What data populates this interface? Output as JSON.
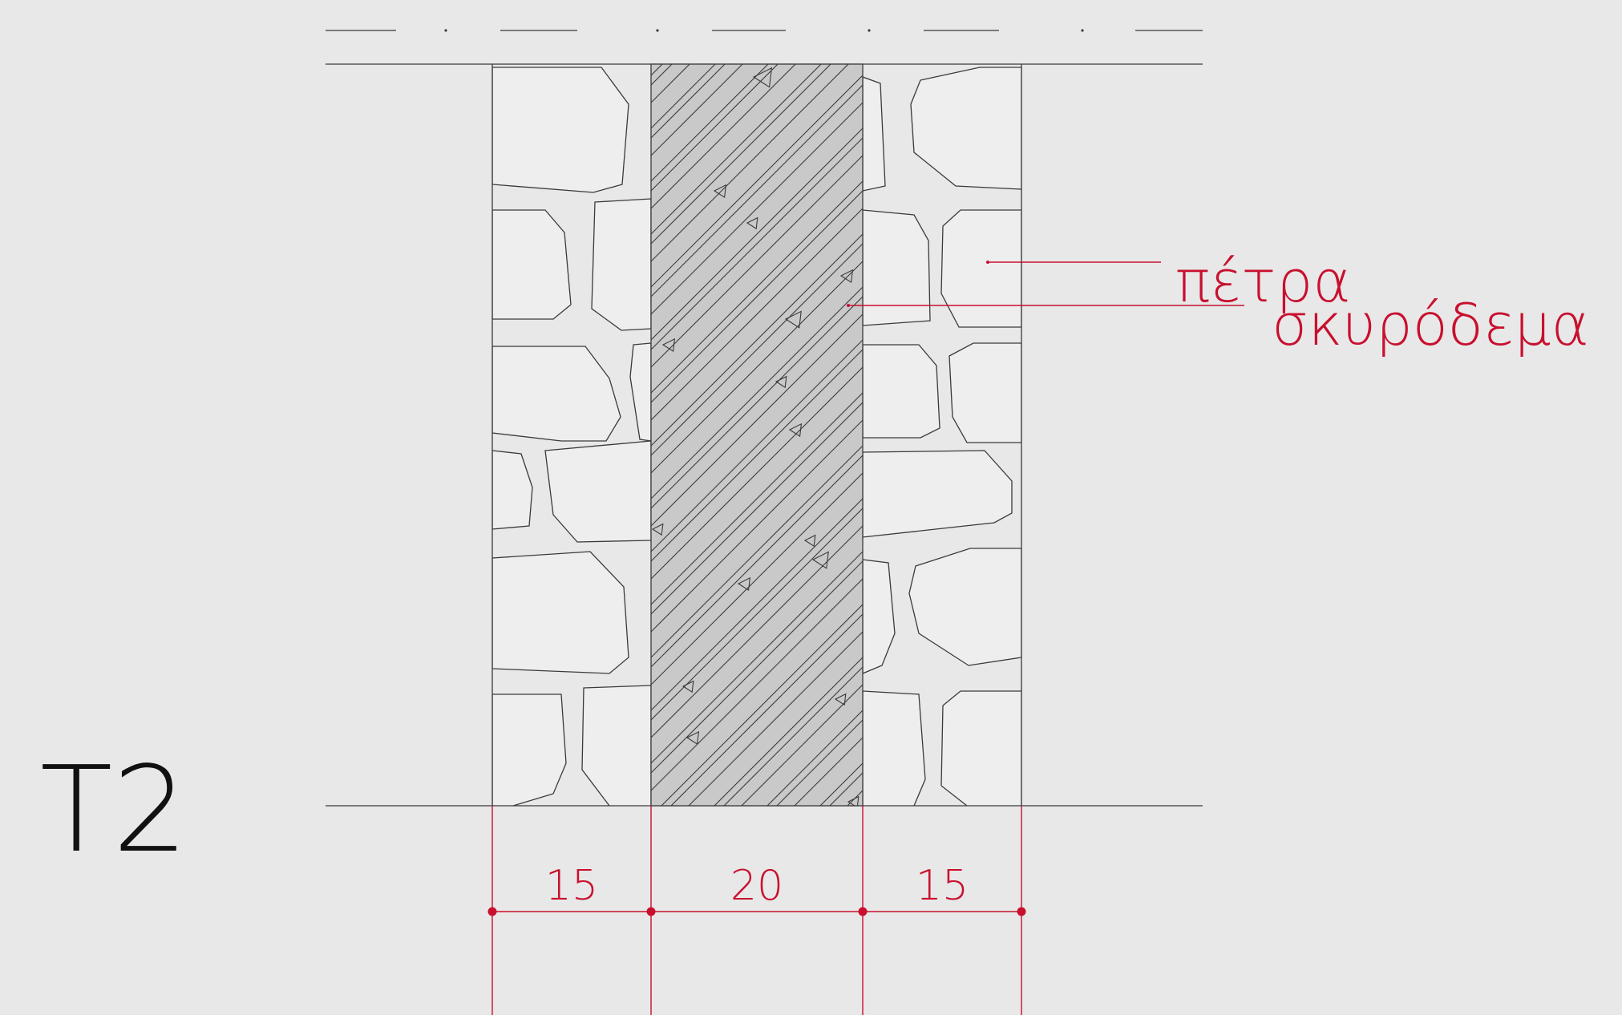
{
  "section": {
    "title": "T2"
  },
  "materials": {
    "stone_label": "πέτρα",
    "concrete_label": "σκυρόδεμα"
  },
  "dimensions": {
    "left_stone": "15",
    "concrete_core": "20",
    "right_stone": "15"
  },
  "colors": {
    "background": "#e8e8e8",
    "linework": "#3a3a3a",
    "concrete_fill": "#c9c9c9",
    "annotation": "#c8102e"
  }
}
